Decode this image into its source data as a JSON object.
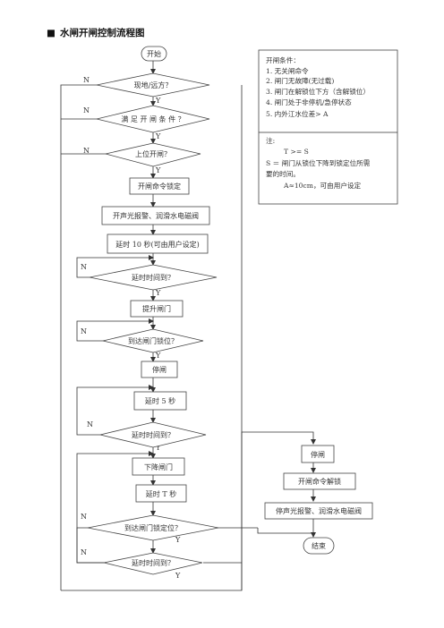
{
  "heading": {
    "bullet": "■",
    "title": "水闸开闸控制流程图"
  },
  "flow": {
    "start": "开始",
    "d_local_remote": "现地/远方？",
    "d_conditions": "满 足 开 闸 条 件 ？",
    "d_upper": "上位开闸？",
    "lock_cmd": "开闸命令锁定",
    "alarm_on": "开声光报警、润滑水电磁阀",
    "delay10": "延时 10 秒(可由用户设定)",
    "d_delay_done_1": "延时时间到？",
    "raise_gate": "提升闸门",
    "d_unlock_pos": "到达闸门锁位？",
    "stop1": "停闸",
    "delay5": "延时 5 秒",
    "d_delay_done_2": "延时时间到？",
    "lower_gate": "下降闸门",
    "delay_t": "延时 T 秒",
    "d_lock_pos": "到达闸门锁定位？",
    "d_delay_done_3": "延时时间到？",
    "stop2": "停闸",
    "unlock_cmd": "开闸命令解锁",
    "alarm_off": "停声光报警、润滑水电磁阀",
    "end": "结束",
    "yes": "Y",
    "no": "N"
  },
  "notes": {
    "title": "开闸条件：",
    "conditions": [
      "1.   无关闸命令",
      "2.   闸门无故障(无过载)",
      "3.   闸门在解锁位下方（含解锁位）",
      "4.   闸门处于非停机/急停状态",
      "5.   内外江水位差> A"
    ],
    "note_label": "注:",
    "formula": "T >= S",
    "s_desc_1": "S  ＝ 闸门从锁位下降到锁定位所需",
    "s_desc_2": "要的时间。",
    "a_desc": "A≈10cm，可由用户设定"
  }
}
